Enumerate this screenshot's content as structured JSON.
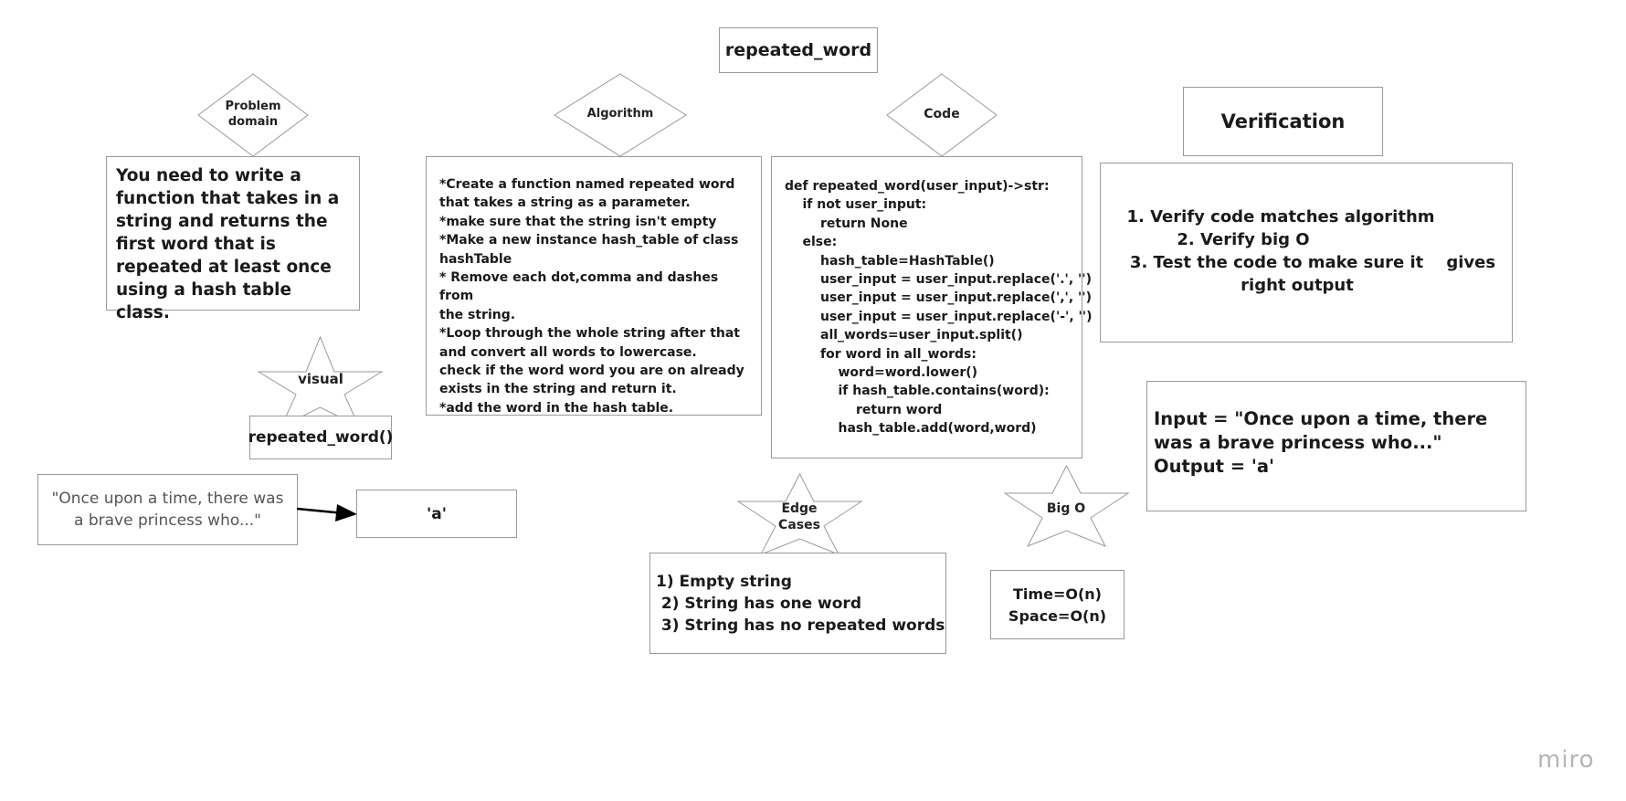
{
  "title": "repeated_word",
  "problem_domain": {
    "shape_label": "Problem domain",
    "text": "You need to write a function that takes in a string and returns the first word that is repeated at least once using a hash table class."
  },
  "algorithm": {
    "shape_label": "Algorithm",
    "lines": [
      "*Create a function named repeated word",
      "that takes a string as a parameter.",
      "*make sure that the string isn't empty",
      "*Make a new instance hash_table of class",
      "hashTable",
      "* Remove each dot,comma and dashes from",
      "the string.",
      "*Loop through the whole string after that",
      "and convert all words to lowercase.",
      "check if the word word you are on already",
      "exists in the string and return it.",
      "*add the word in the hash table."
    ]
  },
  "code": {
    "shape_label": "Code",
    "lines": [
      "def repeated_word(user_input)->str:",
      "    if not user_input:",
      "        return None",
      "    else:",
      "        hash_table=HashTable()",
      "        user_input = user_input.replace('.', '')",
      "        user_input = user_input.replace(',', '')",
      "        user_input = user_input.replace('-', '')",
      "        all_words=user_input.split()",
      "        for word in all_words:",
      "            word=word.lower()",
      "            if hash_table.contains(word):",
      "                return word",
      "            hash_table.add(word,word)"
    ]
  },
  "verification": {
    "title": "Verification",
    "items": [
      "1. Verify code matches algorithm",
      "2. Verify big O",
      "3. Test the code to make sure it    gives",
      "right output"
    ]
  },
  "visual": {
    "shape_label": "visual",
    "function_label": "repeated_word()",
    "input_text": "\"Once upon a time, there was a brave princess who...\"",
    "output_text": "'a'"
  },
  "edge_cases": {
    "shape_label": "Edge Cases",
    "items": [
      "1) Empty string",
      " 2) String has one word",
      " 3) String has no repeated words"
    ]
  },
  "big_o": {
    "shape_label": "Big O",
    "time": "Time=O(n)",
    "space": "Space=O(n)"
  },
  "example": {
    "input_line": "Input = \"Once upon a time, there was a brave princess who...\"",
    "output_line": "Output = 'a'"
  },
  "brand": "miro"
}
